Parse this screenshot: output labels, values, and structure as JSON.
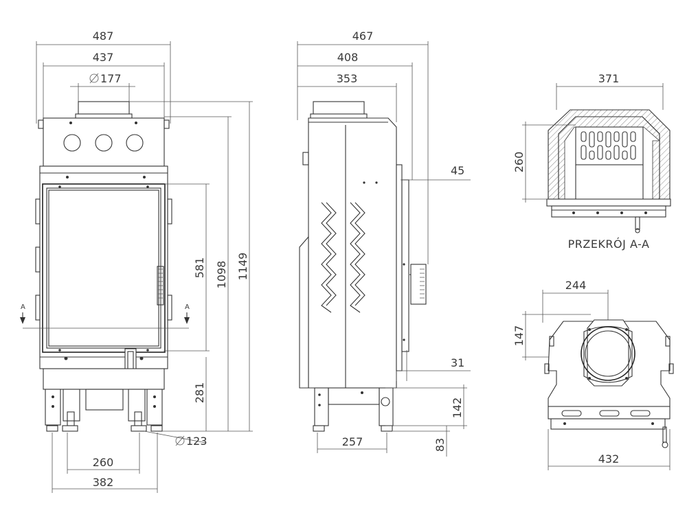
{
  "front_view": {
    "width_outer": "487",
    "width_inner": "437",
    "flue_diameter": "177",
    "height_glass": "581",
    "height_body": "1098",
    "height_total": "1149",
    "leg_height": "281",
    "leg_diameter": "123",
    "legs_spacing": "260",
    "legs_width": "382",
    "section_mark": "A"
  },
  "side_view": {
    "depth_outer": "467",
    "depth_body": "408",
    "depth_top": "353",
    "handle_offset": "45",
    "door_offset": "31",
    "air_inlet_height": "142",
    "air_inlet_bottom": "83",
    "base_depth": "257"
  },
  "section_view": {
    "width": "371",
    "height": "260",
    "caption": "PRZEKRÓJ A-A"
  },
  "top_view": {
    "flue_offset": "244",
    "flue_depth": "147",
    "width": "432"
  }
}
